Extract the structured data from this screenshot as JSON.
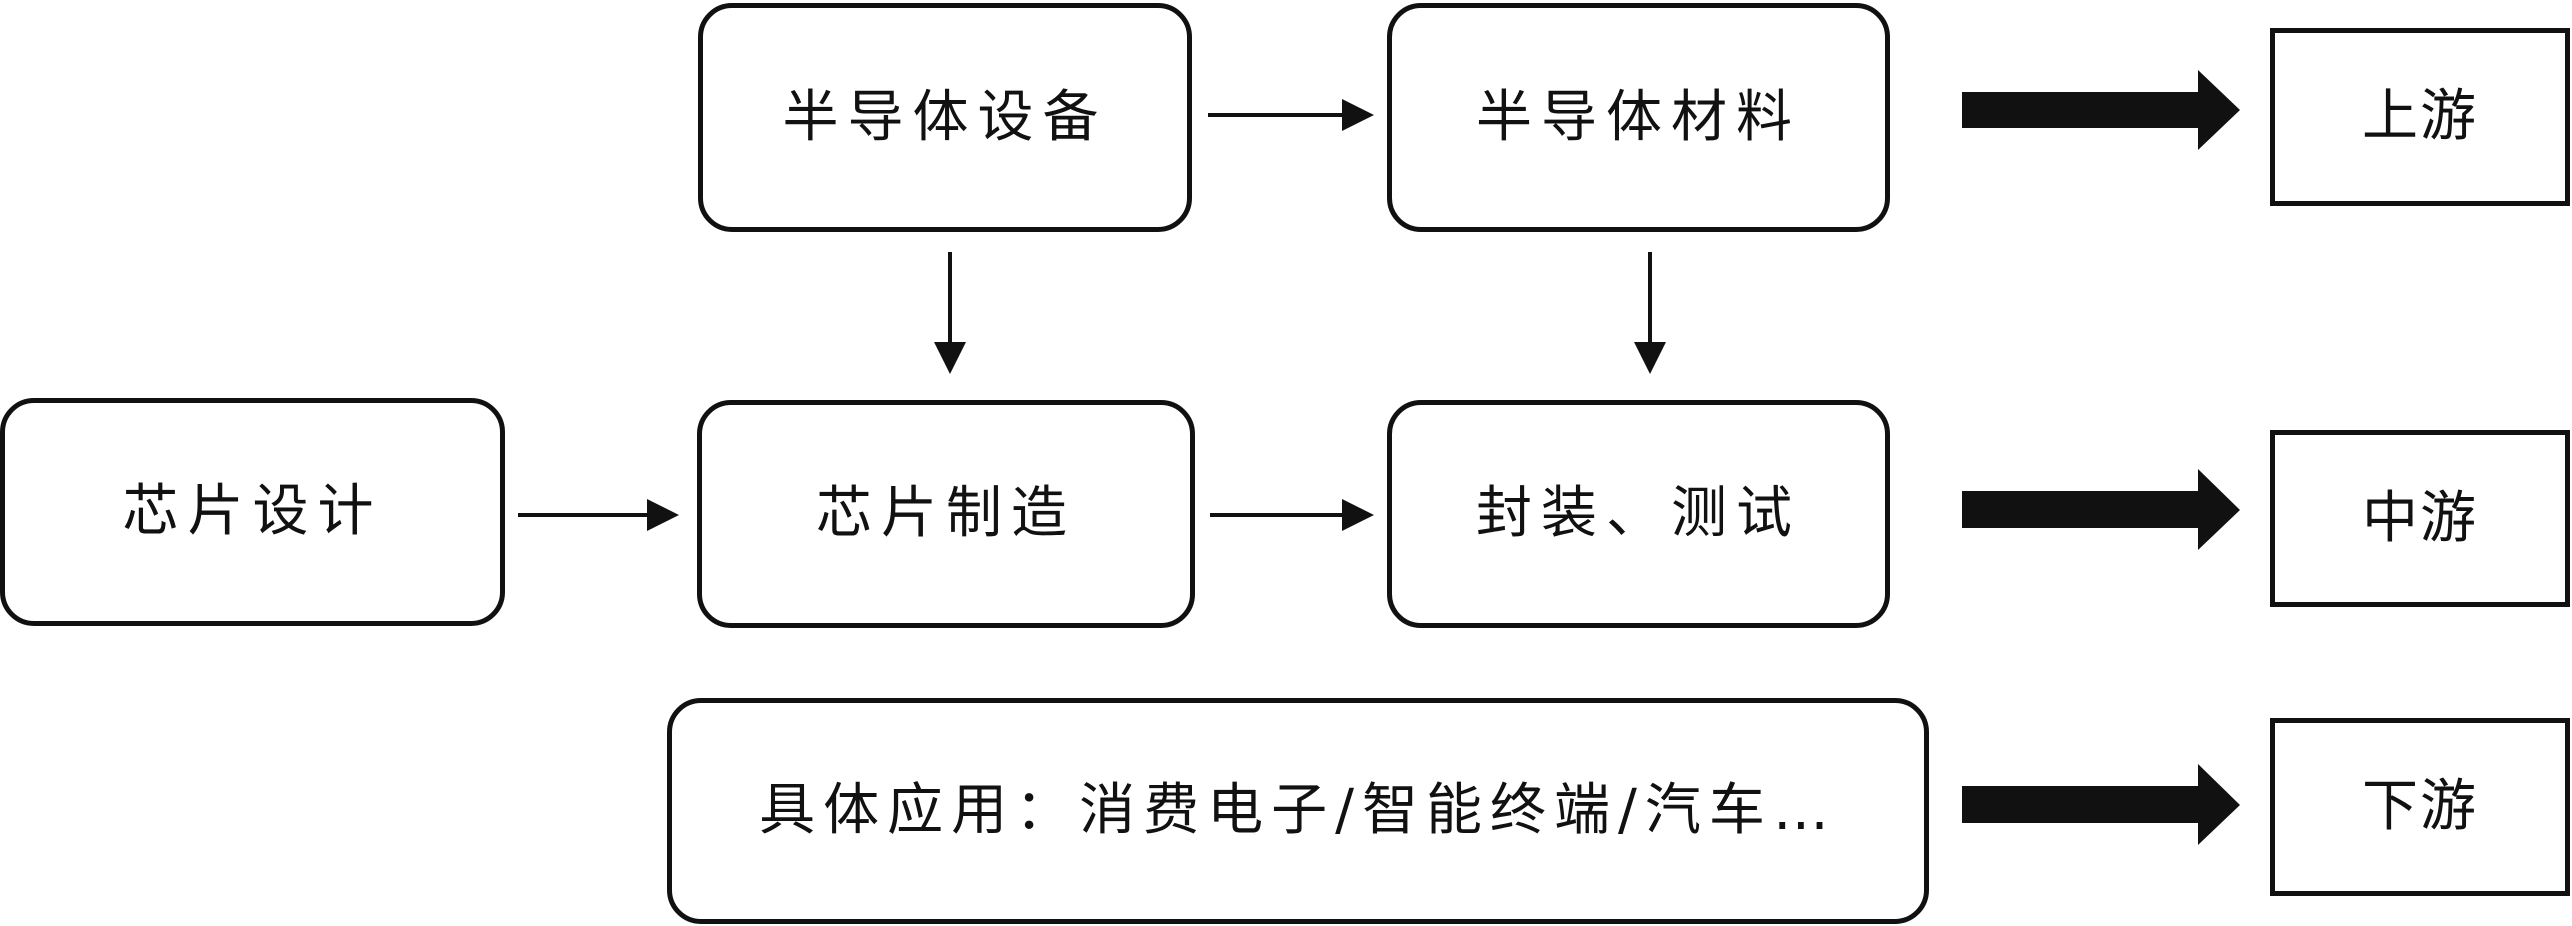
{
  "nodes": {
    "equipment": "半导体设备",
    "materials": "半导体材料",
    "design": "芯片设计",
    "manufacturing": "芯片制造",
    "packaging_testing": "封装、测试",
    "applications": "具体应用：消费电子/智能终端/汽车…"
  },
  "tiers": {
    "upstream": "上游",
    "midstream": "中游",
    "downstream": "下游"
  },
  "edges": [
    {
      "from": "equipment",
      "to": "materials"
    },
    {
      "from": "equipment",
      "to": "manufacturing"
    },
    {
      "from": "materials",
      "to": "packaging_testing"
    },
    {
      "from": "design",
      "to": "manufacturing"
    },
    {
      "from": "manufacturing",
      "to": "packaging_testing"
    }
  ],
  "tier_links": [
    {
      "row": "top",
      "to": "upstream"
    },
    {
      "row": "middle",
      "to": "midstream"
    },
    {
      "row": "bottom",
      "to": "downstream"
    }
  ]
}
